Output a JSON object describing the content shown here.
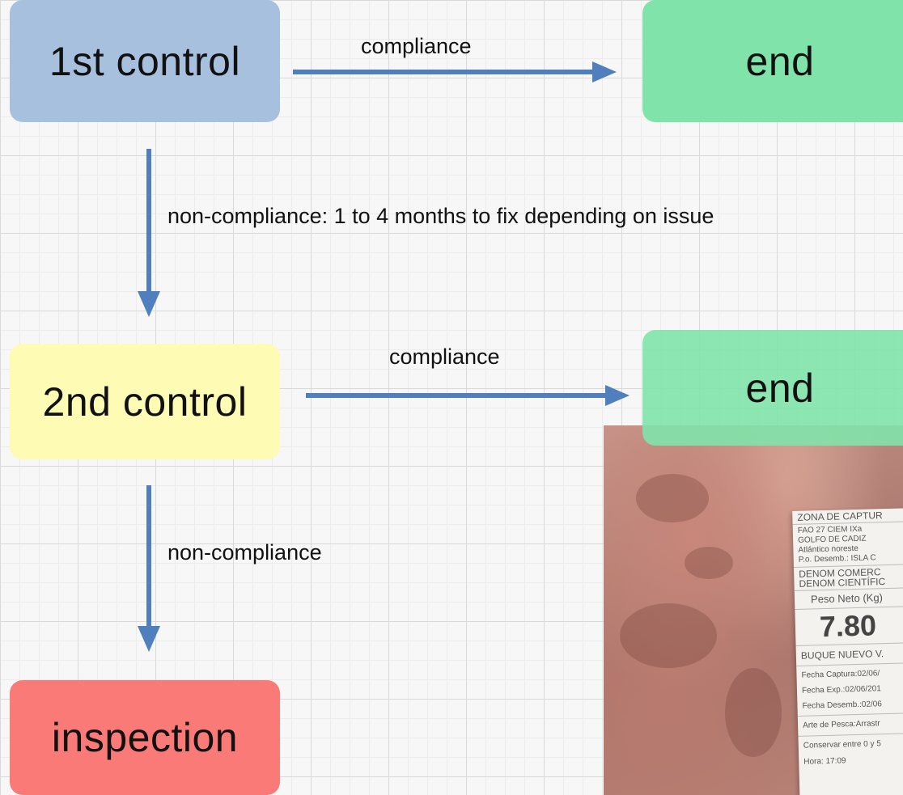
{
  "nodes": {
    "first_control": {
      "label": "1st control",
      "color": "#a7c0dd"
    },
    "end_top": {
      "label": "end",
      "color": "#7fe3aa"
    },
    "second_control": {
      "label": "2nd control",
      "color": "#fdfbb4"
    },
    "end_middle": {
      "label": "end",
      "color": "#7fe3aa"
    },
    "inspection": {
      "label": "inspection",
      "color": "#fa7a78"
    }
  },
  "edges": {
    "first_compliance": "compliance",
    "first_non_compliance": "non-compliance: 1 to 4 months to fix depending on issue",
    "second_compliance": "compliance",
    "second_non_compliance": "non-compliance"
  },
  "arrow_color": "#4f7fbd",
  "photo_label": {
    "zone_header": "ZONA DE CAPTUR",
    "zone_lines": [
      "FAO 27 CIEM IXa",
      "GOLFO DE CADIZ",
      "Atlántico noreste",
      "P.o. Desemb.: ISLA C"
    ],
    "denom_lines": [
      "DENOM COMERC",
      "DENOM CIENTÍFIC"
    ],
    "weight_label": "Peso Neto (Kg)",
    "weight_value": "7.80",
    "vessel": "BUQUE   NUEVO V.",
    "date_lines": [
      "Fecha Captura:02/06/",
      "Fecha Exp.:02/06/201",
      "Fecha Desemb.:02/06"
    ],
    "gear": "Arte de Pesca:Arrastr",
    "storage": "Conservar entre 0 y 5",
    "time": "Hora: 17:09"
  }
}
